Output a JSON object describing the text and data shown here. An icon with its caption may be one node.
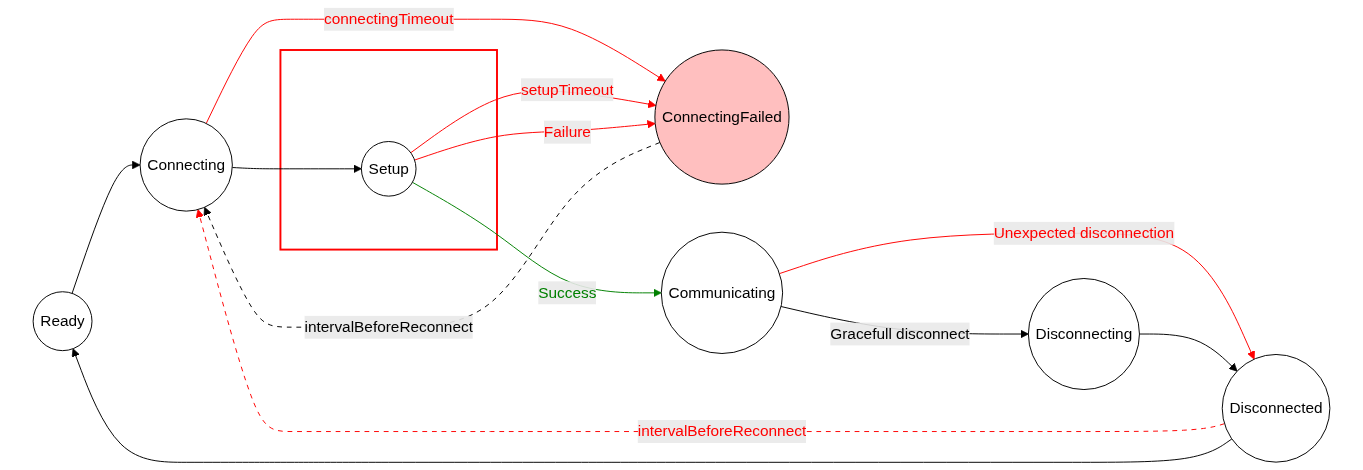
{
  "diagram": {
    "nodes": [
      {
        "text": [
          "Ready"
        ]
      },
      {
        "text": [
          "Connecting"
        ]
      },
      {
        "text": [],
        "shape": "box"
      },
      {
        "text": [
          "Setup"
        ],
        "in": 2
      },
      {
        "text": [
          "ConnectingFailed"
        ]
      },
      {
        "text": [
          "Communicating"
        ]
      },
      {
        "text": [
          "Disconnecting"
        ]
      },
      {
        "text": [
          "Disconnected"
        ]
      }
    ],
    "edges": [
      {
        "from": 0,
        "to": 1,
        "arrow": "to"
      },
      {
        "from": 1,
        "to": 3,
        "arrow": "to"
      },
      {
        "from": 1,
        "to": 4,
        "arrow": "to",
        "label": "connectingTimeout",
        "color": "#ff0000"
      },
      {
        "from": 4,
        "to": 1,
        "arrow": "to",
        "label": "intervalBeforeReconnect",
        "style": "dashed"
      },
      {
        "from": 3,
        "to": 4,
        "arrow": "to",
        "label": "setupTimeout",
        "color": "#ff0000"
      },
      {
        "from": 3,
        "to": 4,
        "arrow": "to",
        "label": "Failure",
        "color": "#ff0000"
      },
      {
        "from": 3,
        "to": 5,
        "arrow": "to",
        "label": "Success",
        "color": "#008000"
      },
      {
        "from": 5,
        "to": 6,
        "arrow": "to",
        "label": "Gracefull disconnect"
      },
      {
        "from": 5,
        "to": 7,
        "arrow": "to",
        "label": "Unexpected disconnection",
        "color": "#ff0000"
      },
      {
        "from": 6,
        "to": 7,
        "arrow": "to"
      },
      {
        "from": 7,
        "to": 1,
        "arrow": "to",
        "label": "intervalBeforeReconnect",
        "style": "dashed",
        "color": "#ff0000"
      },
      {
        "from": 7,
        "to": 0,
        "arrow": "to"
      }
    ]
  }
}
